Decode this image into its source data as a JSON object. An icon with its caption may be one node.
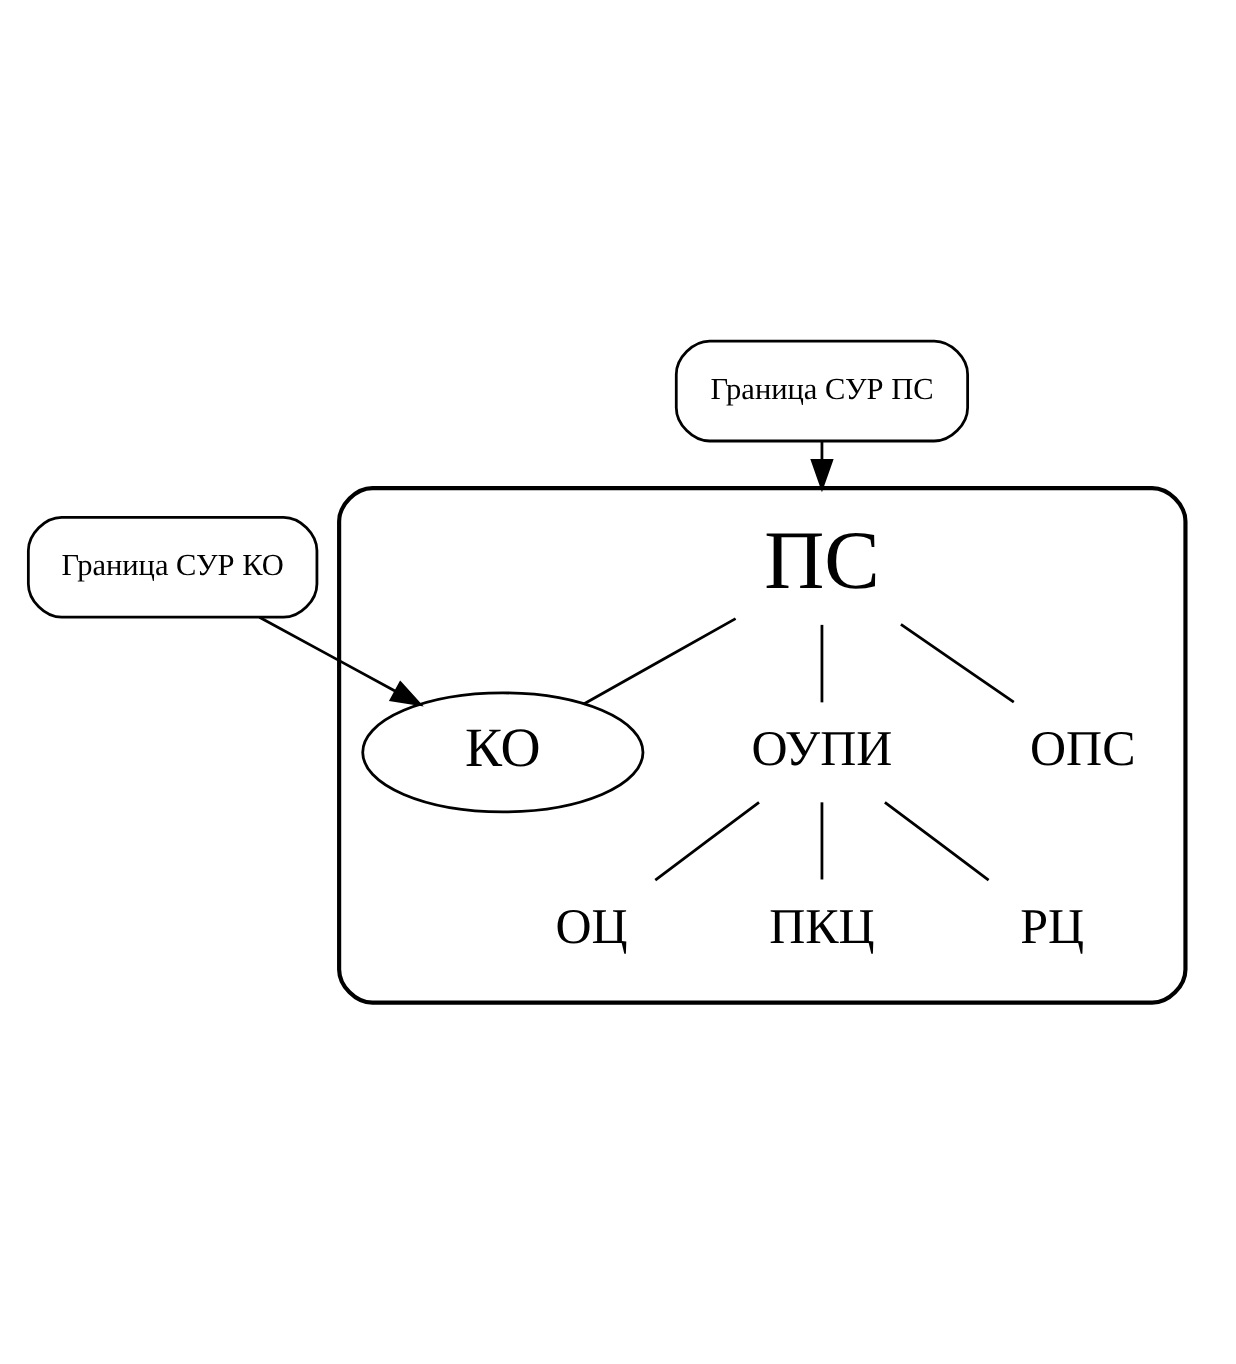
{
  "diagram": {
    "nodes": [
      {
        "text": [],
        "shape": "ellipse"
      },
      {
        "text": [
          "ПС"
        ],
        "in": 0
      },
      {
        "text": [
          "ОПС"
        ],
        "in": 0
      },
      {
        "text": [
          "ОУПИ"
        ],
        "in": 0
      },
      {
        "text": [
          "ОЦ"
        ],
        "in": 0
      },
      {
        "text": [
          "ПКЦ"
        ],
        "in": 0
      },
      {
        "text": [
          "РЦ"
        ],
        "in": 0
      },
      {
        "text": [
          "КО"
        ],
        "in": 0
      },
      {
        "text": [
          "Граница СУР ПС"
        ]
      },
      {
        "text": [
          "Граница СУР КО"
        ]
      }
    ],
    "edges": [
      {
        "from": 1,
        "to": 2,
        "arrow": "none"
      },
      {
        "from": 1,
        "to": 3,
        "arrow": "none"
      },
      {
        "from": 1,
        "to": 7,
        "arrow": "none"
      },
      {
        "from": 3,
        "to": 4,
        "arrow": "none"
      },
      {
        "from": 3,
        "to": 5,
        "arrow": "none"
      },
      {
        "from": 3,
        "to": 6,
        "arrow": "none"
      },
      {
        "from": 8,
        "to": 0,
        "arrow": "to"
      },
      {
        "from": 9,
        "to": 7,
        "arrow": "to"
      }
    ]
  }
}
